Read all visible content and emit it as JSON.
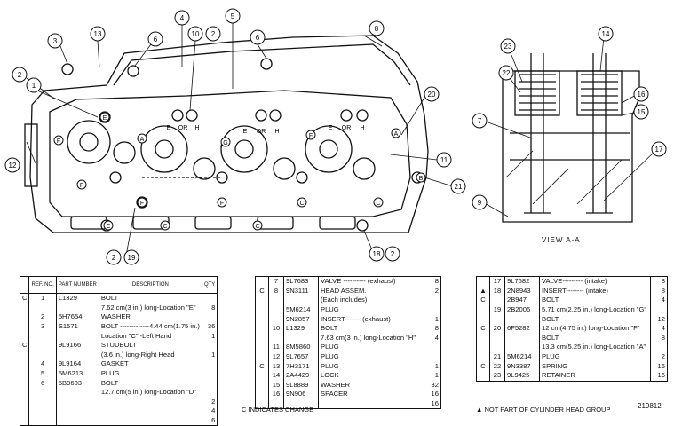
{
  "callouts_main": [
    {
      "id": "c4",
      "label": "4"
    },
    {
      "id": "c5",
      "label": "5"
    },
    {
      "id": "c3",
      "label": "3"
    },
    {
      "id": "c13",
      "label": "13"
    },
    {
      "id": "c6a",
      "label": "6"
    },
    {
      "id": "c10",
      "label": "10"
    },
    {
      "id": "c2a",
      "label": "2"
    },
    {
      "id": "c6b",
      "label": "6"
    },
    {
      "id": "c8",
      "label": "8"
    },
    {
      "id": "c2b",
      "label": "2"
    },
    {
      "id": "c1",
      "label": "1"
    },
    {
      "id": "c20",
      "label": "20"
    },
    {
      "id": "c12",
      "label": "12"
    },
    {
      "id": "c11",
      "label": "11"
    },
    {
      "id": "c21",
      "label": "21"
    },
    {
      "id": "c2c",
      "label": "2"
    },
    {
      "id": "c19",
      "label": "19"
    },
    {
      "id": "c18",
      "label": "18"
    },
    {
      "id": "c2d",
      "label": "2"
    }
  ],
  "callouts_view": [
    {
      "id": "v23",
      "label": "23"
    },
    {
      "id": "v14",
      "label": "14"
    },
    {
      "id": "v22",
      "label": "22"
    },
    {
      "id": "v16",
      "label": "16"
    },
    {
      "id": "v15",
      "label": "15"
    },
    {
      "id": "v7",
      "label": "7"
    },
    {
      "id": "v17",
      "label": "17"
    },
    {
      "id": "v9",
      "label": "9"
    }
  ],
  "location_letters": [
    {
      "id": "E1",
      "t": "E"
    },
    {
      "id": "F1",
      "t": "F"
    },
    {
      "id": "A1",
      "t": "A"
    },
    {
      "id": "E2",
      "t": "E"
    },
    {
      "id": "H1",
      "t": "H"
    },
    {
      "id": "G1",
      "t": "G"
    },
    {
      "id": "E3",
      "t": "E"
    },
    {
      "id": "H2",
      "t": "H"
    },
    {
      "id": "F2",
      "t": "F"
    },
    {
      "id": "E4",
      "t": "E"
    },
    {
      "id": "H3",
      "t": "H"
    },
    {
      "id": "A2",
      "t": "A"
    },
    {
      "id": "F3",
      "t": "F"
    },
    {
      "id": "C1",
      "t": "C"
    },
    {
      "id": "F4",
      "t": "F"
    },
    {
      "id": "F5",
      "t": "F"
    },
    {
      "id": "C2",
      "t": "C"
    },
    {
      "id": "C3",
      "t": "C"
    },
    {
      "id": "C4",
      "t": "C"
    },
    {
      "id": "C5",
      "t": "C"
    },
    {
      "id": "B1",
      "t": "B"
    }
  ],
  "or_text": "OR",
  "view_label": "VIEW A-A",
  "table1": {
    "headers": {
      "ref": "REF. NO.",
      "part": "PART NUMBER",
      "desc": "DESCRIPTION",
      "qty": "QTY"
    },
    "rows": [
      [
        "C",
        "1",
        "L1329",
        "BOLT",
        ""
      ],
      [
        "",
        "",
        "",
        "7.62 cm(3 in.) long-Location \"E\"",
        "8"
      ],
      [
        "",
        "2",
        "5H7654",
        "WASHER",
        ""
      ],
      [
        "",
        "3",
        "S1571",
        "BOLT -------------4.44 cm(1.75 in.)",
        "36"
      ],
      [
        "",
        "",
        "",
        "Location \"C\" -Left Hand",
        "1"
      ],
      [
        "C",
        "",
        "9L9166",
        "STUDBOLT",
        ""
      ],
      [
        "",
        "",
        "",
        "(3.6 in.) long-Right Head",
        "1"
      ],
      [
        "",
        "4",
        "9L9164",
        "GASKET",
        ""
      ],
      [
        "",
        "5",
        "5M6213",
        "PLUG",
        ""
      ],
      [
        "",
        "6",
        "5B9603",
        "BOLT",
        ""
      ],
      [
        "",
        "",
        "",
        "12.7 cm(5 in.) long-Location \"D\"",
        ""
      ]
    ],
    "qty_extra": [
      "2",
      "4",
      "6"
    ]
  },
  "table2": {
    "rows": [
      [
        "",
        "7",
        "9L7683",
        "VALVE ---------- (exhaust)",
        "8"
      ],
      [
        "C",
        "8",
        "9N3111",
        "HEAD ASSEM.",
        "2"
      ],
      [
        "",
        "",
        "",
        "(Each includes)",
        ""
      ],
      [
        "",
        "",
        "5M6214",
        "PLUG",
        ""
      ],
      [
        "",
        "",
        "9N2857",
        "INSERT------- (exhaust)",
        "1"
      ],
      [
        "",
        "10",
        "L1329",
        "BOLT",
        "8"
      ],
      [
        "",
        "",
        "",
        "7.63 cm(3 in.) long-Location \"H\"",
        "4"
      ],
      [
        "",
        "11",
        "8M5860",
        "PLUG",
        ""
      ],
      [
        "",
        "12",
        "9L7657",
        "PLUG",
        ""
      ],
      [
        "C",
        "13",
        "7H3171",
        "PLUG",
        "1"
      ],
      [
        "",
        "14",
        "2A4429",
        "LOCK",
        "1"
      ],
      [
        "",
        "15",
        "9L8889",
        "WASHER",
        "32"
      ],
      [
        "",
        "16",
        "9N906",
        "SPACER",
        "16"
      ]
    ],
    "qty_extra": [
      "16"
    ]
  },
  "table3": {
    "rows": [
      [
        "",
        "17",
        "9L7682",
        "VALVE--------- (intake)",
        "8"
      ],
      [
        "▲",
        "18",
        "2N8943",
        "INSERT-------- (intake)",
        "8"
      ],
      [
        "C",
        "",
        "2B947",
        "BOLT",
        "4"
      ],
      [
        "",
        "19",
        "2B2006",
        "5.71 cm(2.25 in.) long-Location \"G\"",
        ""
      ],
      [
        "",
        "",
        "",
        "BOLT",
        "12"
      ],
      [
        "C",
        "20",
        "6F5282",
        "12 cm(4.75 in.) long-Location \"F\"",
        "4"
      ],
      [
        "",
        "",
        "",
        "BOLT",
        "8"
      ],
      [
        "",
        "",
        "",
        "13.3 cm(5.25 in.) long-Location \"A\"",
        ""
      ],
      [
        "",
        "21",
        "5M6214",
        "PLUG",
        "2"
      ],
      [
        "C",
        "22",
        "9N3387",
        "SPRING",
        "16"
      ],
      [
        "",
        "23",
        "9L9425",
        "RETAINER",
        "16"
      ]
    ]
  },
  "footer": {
    "change_note": "C INDICATES CHANGE",
    "not_part_note": "▲ NOT PART OF CYLINDER HEAD GROUP",
    "figure_number": "219812"
  }
}
